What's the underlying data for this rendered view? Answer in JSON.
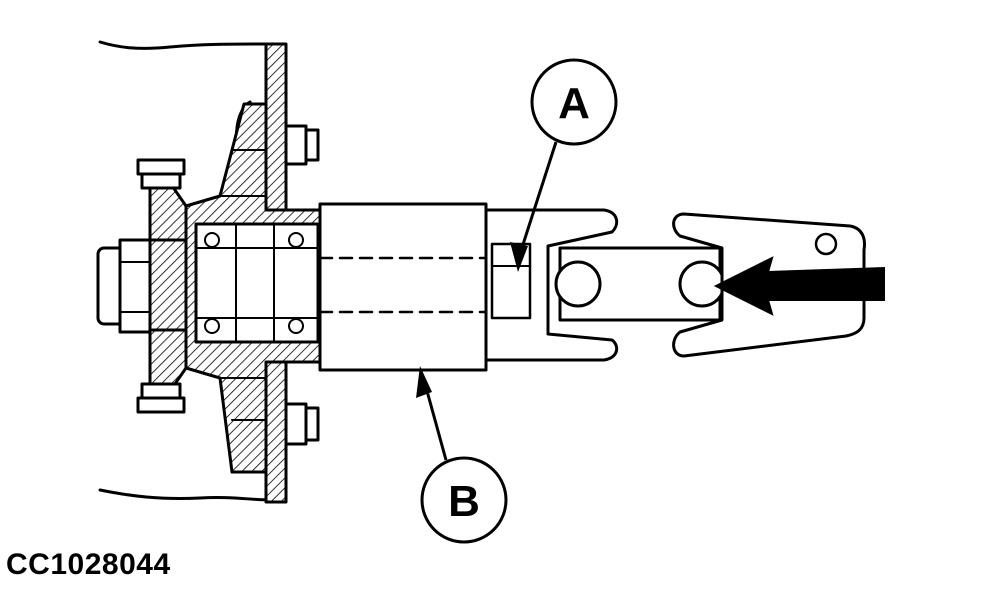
{
  "callouts": {
    "a": {
      "label": "A"
    },
    "b": {
      "label": "B"
    }
  },
  "figure": {
    "id": "CC1028044"
  },
  "colors": {
    "line": "#000000",
    "fill": "#ffffff"
  }
}
